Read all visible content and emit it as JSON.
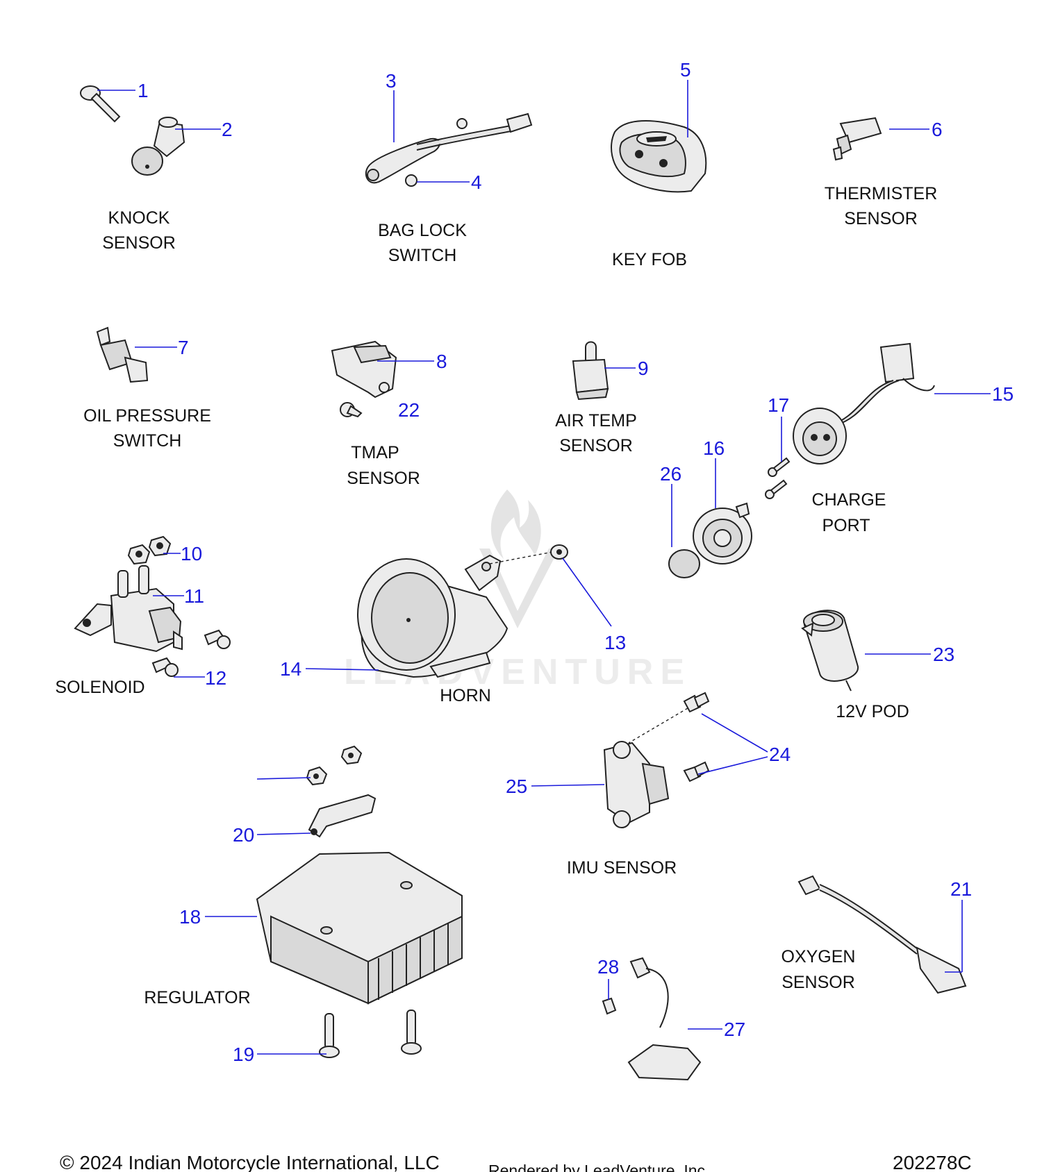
{
  "callouts": [
    "1",
    "2",
    "3",
    "4",
    "5",
    "6",
    "7",
    "8",
    "9",
    "10",
    "11",
    "12",
    "13",
    "14",
    "15",
    "16",
    "17",
    "18",
    "19",
    "20",
    "21",
    "22",
    "23",
    "24",
    "25",
    "26",
    "27",
    "28"
  ],
  "captions": {
    "knock_sensor": [
      "KNOCK",
      "SENSOR"
    ],
    "bag_lock_switch": [
      "BAG LOCK",
      "SWITCH"
    ],
    "key_fob": [
      "KEY FOB"
    ],
    "thermister_sensor": [
      "THERMISTER",
      "SENSOR"
    ],
    "oil_pressure_switch": [
      "OIL PRESSURE",
      "SWITCH"
    ],
    "tmap_sensor": [
      "TMAP",
      "SENSOR"
    ],
    "air_temp_sensor": [
      "AIR TEMP",
      "SENSOR"
    ],
    "charge_port": [
      "CHARGE",
      "PORT"
    ],
    "solenoid": [
      "SOLENOID"
    ],
    "horn": [
      "HORN"
    ],
    "pod_12v": [
      "12V POD"
    ],
    "imu_sensor": [
      "IMU SENSOR"
    ],
    "regulator": [
      "REGULATOR"
    ],
    "oxygen_sensor": [
      "OXYGEN",
      "SENSOR"
    ]
  },
  "footer": {
    "copyright": "© 2024 Indian Motorcycle International, LLC",
    "rendered_by": "Rendered by LeadVenture, Inc.",
    "doc_number": "202278C"
  },
  "watermark": {
    "text": "LEADVENTURE"
  },
  "colors": {
    "callout": "#1a1adb",
    "text": "#111111",
    "watermark": "#e4e4e4"
  }
}
